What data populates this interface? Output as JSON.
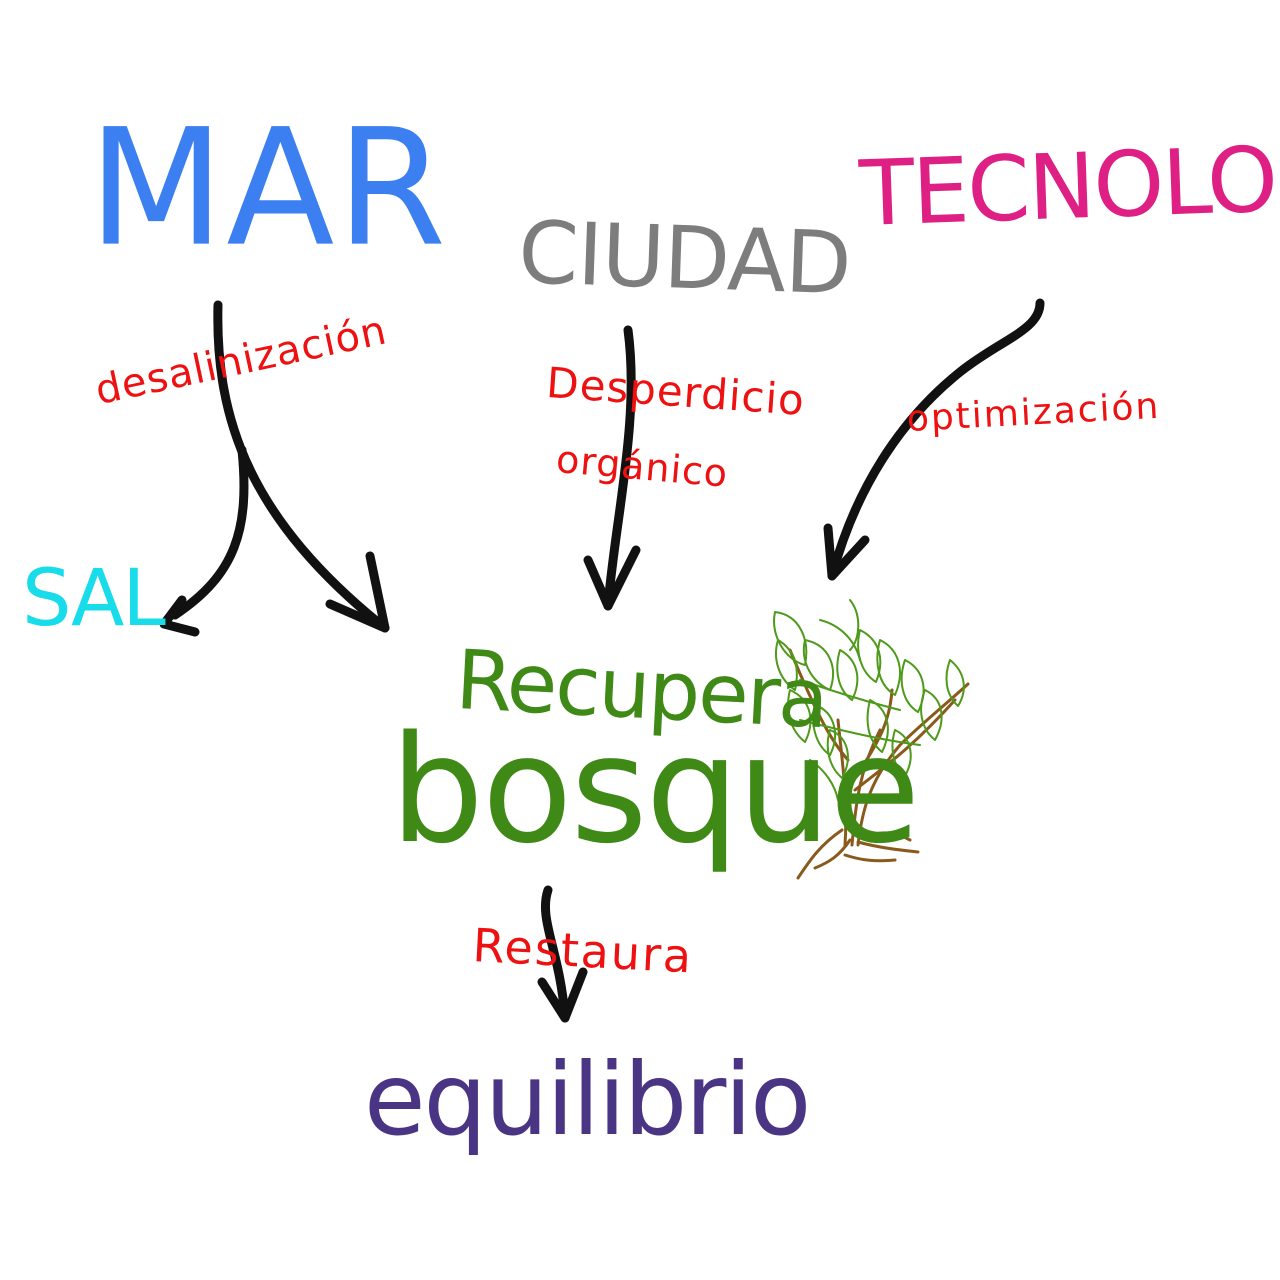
{
  "diagram": {
    "nodes": {
      "mar": {
        "label": "MAR",
        "color": "#3b7ff0"
      },
      "ciudad": {
        "label": "CIUDAD",
        "color": "#7d7d7d"
      },
      "tecnologia": {
        "label": "TECNOLOGÍA",
        "color": "#de1f84"
      },
      "sal": {
        "label": "SAL",
        "color": "#19dceb"
      },
      "recupera": {
        "label": "Recupera",
        "color": "#3f8a16"
      },
      "bosque": {
        "label": "bosque",
        "color": "#3f8a16"
      },
      "equilibrio": {
        "label": "equilibrio",
        "color": "#4a3585"
      }
    },
    "edge_labels": {
      "desalinizacion": {
        "label": "desalinización",
        "color": "#ee1111"
      },
      "desperdicio_line1": {
        "label": "Desperdicio",
        "color": "#ee1111"
      },
      "desperdicio_line2": {
        "label": "orgánico",
        "color": "#ee1111"
      },
      "optimizacion": {
        "label": "optimización",
        "color": "#ee1111"
      },
      "restaura": {
        "label": "Restaura",
        "color": "#ee1111"
      }
    },
    "edges": [
      {
        "from": "MAR",
        "to": "SAL",
        "label": "desalinización"
      },
      {
        "from": "MAR",
        "to": "Recupera bosque",
        "label": "desalinización"
      },
      {
        "from": "CIUDAD",
        "to": "Recupera bosque",
        "label": "Desperdicio orgánico"
      },
      {
        "from": "TECNOLOGÍA",
        "to": "Recupera bosque",
        "label": "optimización"
      },
      {
        "from": "Recupera bosque",
        "to": "equilibrio",
        "label": "Restaura"
      }
    ],
    "icons": [
      "tree-icon"
    ],
    "colors": {
      "arrow": "#111111",
      "trunk": "#8a5a1c",
      "leaves": "#4e9a1a"
    }
  }
}
